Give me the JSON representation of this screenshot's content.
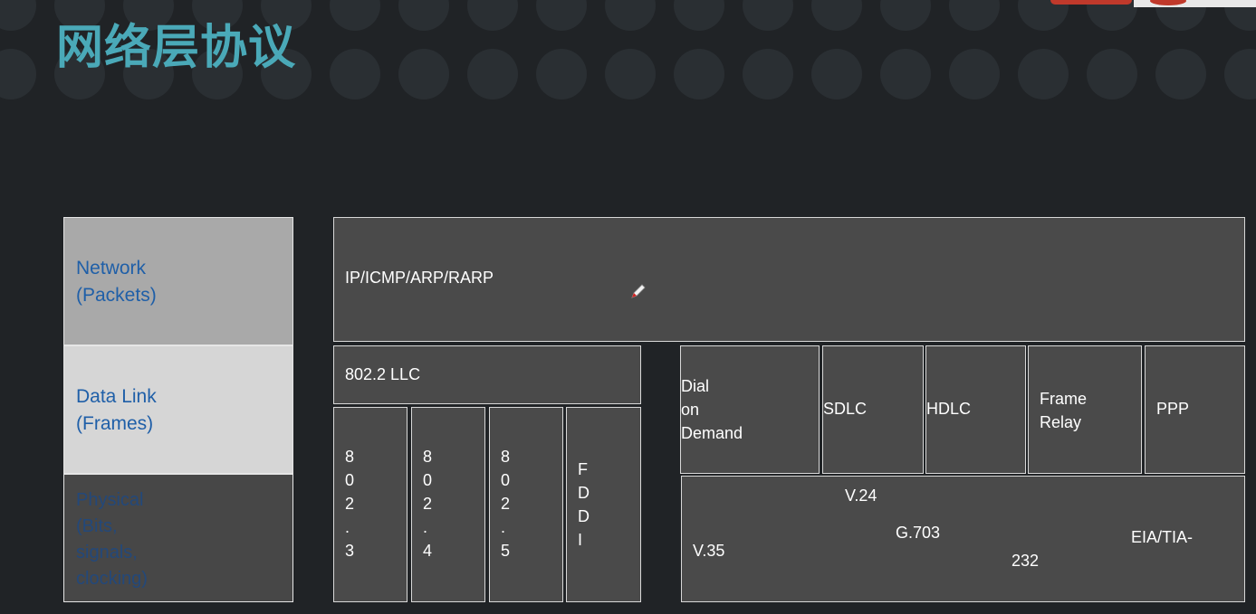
{
  "slide": {
    "title": "网络层协议",
    "logo_text": ""
  },
  "layers": {
    "network": "Network\n(Packets)",
    "datalink": "Data Link\n(Frames)",
    "physical": "Physical\n(Bits,\nsignals,\nclocking)"
  },
  "protocols": {
    "network": "IP/ICMP/ARP/RARP",
    "llc": "802.2 LLC",
    "ieee_802_3": "8\n0\n2\n.\n3",
    "ieee_802_4": "8\n0\n2\n.\n4",
    "ieee_802_5": "8\n0\n2\n.\n5",
    "fddi": "F\nD\nD\nI",
    "dial_on_demand": "Dial\non\nDemand",
    "sdlc": "SDLC",
    "hdlc": "HDLC",
    "frame_relay": "Frame\nRelay",
    "ppp": "PPP",
    "v24": "V.24",
    "v35": "V.35",
    "g703": "G.703",
    "eia_tia": "EIA/TIA-",
    "eia_232": "232"
  },
  "icons": {
    "pen": "pen-icon"
  },
  "colors": {
    "title": "#4aa9b8",
    "layer_text": "#1f5fa8",
    "box_fill": "#4a4a4a"
  }
}
